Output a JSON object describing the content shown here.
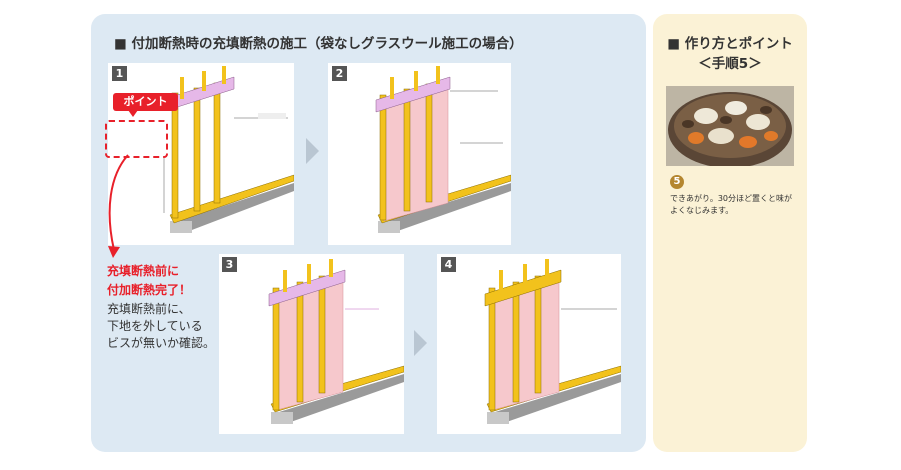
{
  "main": {
    "title": "■ 付加断熱時の充填断熱の施工（袋なしグラスウール施工の場合）",
    "steps": [
      {
        "num": "1"
      },
      {
        "num": "2"
      },
      {
        "num": "3"
      },
      {
        "num": "4"
      }
    ],
    "point_label": "ポイント",
    "note_red": [
      "充填断熱前に",
      "付加断熱完了！"
    ],
    "note_black": [
      "充填断熱前に、",
      "下地を外している",
      "ビスが無いか確認。"
    ]
  },
  "side": {
    "title_line1": "■ 作り方とポイント",
    "title_line2": "＜手順5＞",
    "step_num": "5",
    "step_text": "できあがり。30分ほど置くと味がよくなじみます。"
  },
  "colors": {
    "panel_main": "#dde9f3",
    "panel_side": "#fbf2d6",
    "accent_red": "#e8202a",
    "timber": "#f2c21c",
    "insulation": "#f6c8cc",
    "top_plate": "#e6b8e8",
    "badge": "#555555",
    "step5": "#b4862f"
  }
}
